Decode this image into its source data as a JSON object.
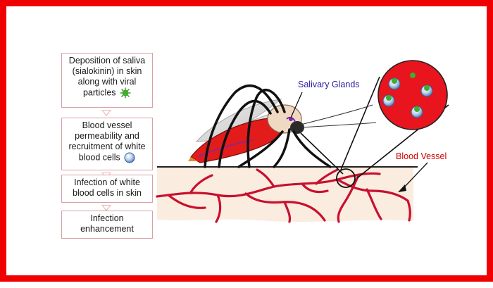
{
  "flow": {
    "steps": [
      {
        "text": "Deposition of saliva (sialokinin) in skin along with viral particles",
        "icon": "virus-icon"
      },
      {
        "text": "Blood vessel permeability and recruitment of white blood cells",
        "icon": "white-blood-cell-icon"
      },
      {
        "text": "Infection of white blood cells in skin",
        "icon": ""
      },
      {
        "text": "Infection enhancement",
        "icon": ""
      }
    ]
  },
  "labels": {
    "salivary_glands": "Salivary Glands",
    "blood_vessel": "Blood Vessel"
  },
  "colors": {
    "frame": "#f00000",
    "vessel": "#c8102e",
    "skin": "#fbeee4",
    "salivary_label": "#2a1d9c",
    "virus": "#3fae2a",
    "zoom_bubble": "#e8141e"
  }
}
